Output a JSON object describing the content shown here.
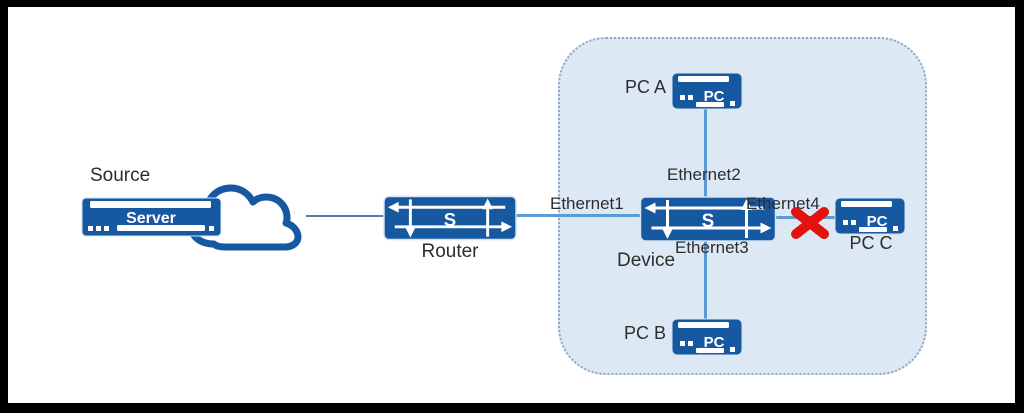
{
  "nodes": {
    "source": {
      "label": "Source",
      "icon_text": "Server"
    },
    "router": {
      "label": "Router",
      "icon_text": "S"
    },
    "device": {
      "label": "Device",
      "icon_text": "S"
    },
    "pc_a": {
      "label": "PC A",
      "icon_text": "PC"
    },
    "pc_b": {
      "label": "PC B",
      "icon_text": "PC"
    },
    "pc_c": {
      "label": "PC C",
      "icon_text": "PC"
    }
  },
  "interfaces": {
    "ethernet1": {
      "label": "Ethernet1"
    },
    "ethernet2": {
      "label": "Ethernet2"
    },
    "ethernet3": {
      "label": "Ethernet3"
    },
    "ethernet4": {
      "label": "Ethernet4",
      "status": "blocked"
    }
  },
  "colors": {
    "device_blue": "#1759a1",
    "icon_outline": "#d6e4f0",
    "link_light_blue": "#5b9bd5",
    "link_dark_blue": "#4d7fb3",
    "zone_fill": "#dce9f5",
    "zone_border": "#90a7bf",
    "blocked_x_red": "#e3120e",
    "canvas": "#ffffff",
    "frame": "#000000",
    "label_text": "#2d2d2d"
  }
}
